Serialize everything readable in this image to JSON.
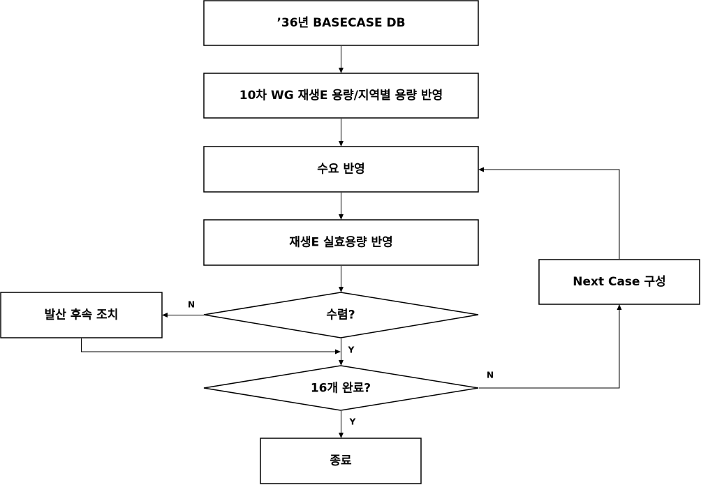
{
  "nodes": {
    "basecase_db": "’36년 BASECASE DB",
    "wg_capacity": "10차 WG 재생E 용량/지역별 용량 반영",
    "demand": "수요 반영",
    "effective_capacity": "재생E 실효용량 반영",
    "converged": "수렴?",
    "divergence_action": "발산 후속 조치",
    "completed_16": "16개 완료?",
    "next_case": "Next Case 구성",
    "end": "종료"
  },
  "edge_labels": {
    "converged_no": "N",
    "converged_yes": "Y",
    "completed_no": "N",
    "completed_yes": "Y"
  },
  "colors": {
    "stroke": "#000000",
    "fill": "#ffffff",
    "text": "#000000"
  }
}
